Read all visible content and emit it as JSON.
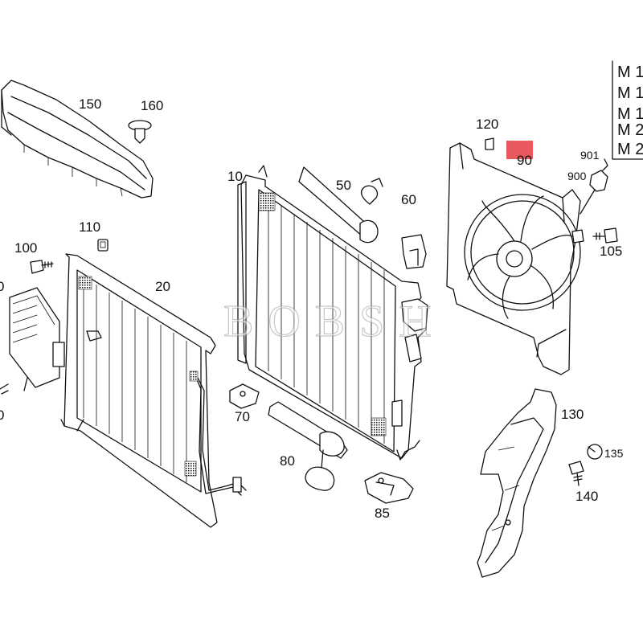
{
  "watermark": "BOBSH",
  "highlight_color": "#e8585c",
  "legend": {
    "rows": [
      "M 1",
      "M 1",
      "M 1",
      "M 2",
      "M 2"
    ]
  },
  "labels": {
    "p150": "150",
    "p160": "160",
    "p10": "10",
    "p50": "50",
    "p60": "60",
    "p110": "110",
    "p100": "100",
    "p20": "20",
    "p70": "70",
    "p80": "80",
    "p85": "85",
    "p120": "120",
    "p90": "90",
    "p901": "901",
    "p900": "900",
    "p105": "105",
    "p130": "130",
    "p135": "135",
    "p140": "140",
    "edge1": "0",
    "edge2": "0"
  }
}
